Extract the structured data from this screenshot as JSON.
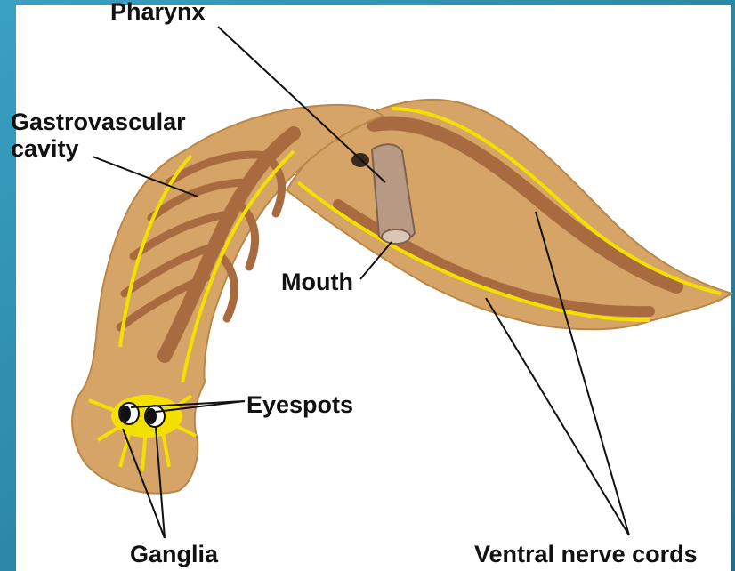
{
  "labels": {
    "pharynx": "Pharynx",
    "gastrovascular_line1": "Gastrovascular",
    "gastrovascular_line2": "cavity",
    "mouth": "Mouth",
    "eyespots": "Eyespots",
    "ganglia": "Ganglia",
    "ventral_nerve_cords": "Ventral nerve cords"
  },
  "colors": {
    "background": "#2f8fae",
    "panel": "#ffffff",
    "body": "#d7a468",
    "body_outline": "#b98748",
    "gut": "#a86b3f",
    "gut_light": "#ecc99a",
    "nerve": "#f3e000",
    "pharynx": "#b89a84",
    "line": "#111111"
  }
}
